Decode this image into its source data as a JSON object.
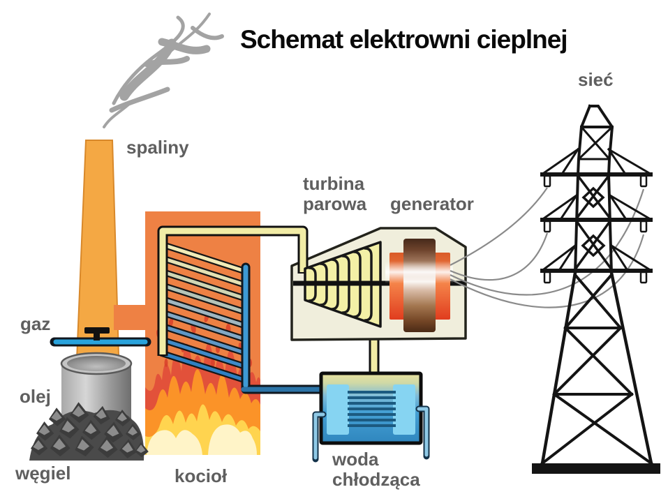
{
  "title": "Schemat elektrowni cieplnej",
  "labels": {
    "smoke": "spaliny",
    "grid": "sieć",
    "turbine": "turbina\nparowa",
    "generator": "generator",
    "gas": "gaz",
    "oil": "olej",
    "coal": "węgiel",
    "boiler": "kocioł",
    "cooling_water": "woda\nchłodząca"
  },
  "colors": {
    "chimney": "#F4A844",
    "boiler": "#EE8144",
    "flame_red": "#E2513A",
    "flame_orange": "#FB9328",
    "flame_yellow": "#FFD44F",
    "flame_core": "#FFF4C8",
    "water_pipe": "#29A3DC",
    "return_pipe": "#2C74A8",
    "steam_pipe": "#F1ECA6",
    "condenser_blue": "#3E9CD2",
    "cooling_pipe": "#8FC9E6",
    "stator": "#E8572E",
    "smoke": "#9A9A9A",
    "wire": "#8A8A8A",
    "tower": "#141414",
    "label_text": "#5f5f5f"
  }
}
